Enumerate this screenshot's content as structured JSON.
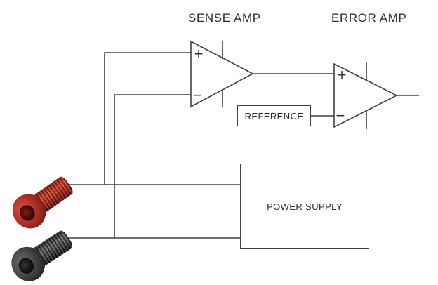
{
  "labels": {
    "sense_amp": "SENSE AMP",
    "error_amp": "ERROR AMP",
    "reference": "REFERENCE",
    "power_supply": "POWER SUPPLY",
    "plus": "+",
    "minus": "−"
  },
  "colors": {
    "wire": "#404040",
    "text": "#2a2a2a",
    "box_border": "#404040",
    "terminal_red": "#b23227",
    "terminal_black": "#474747",
    "background": "#ffffff"
  }
}
